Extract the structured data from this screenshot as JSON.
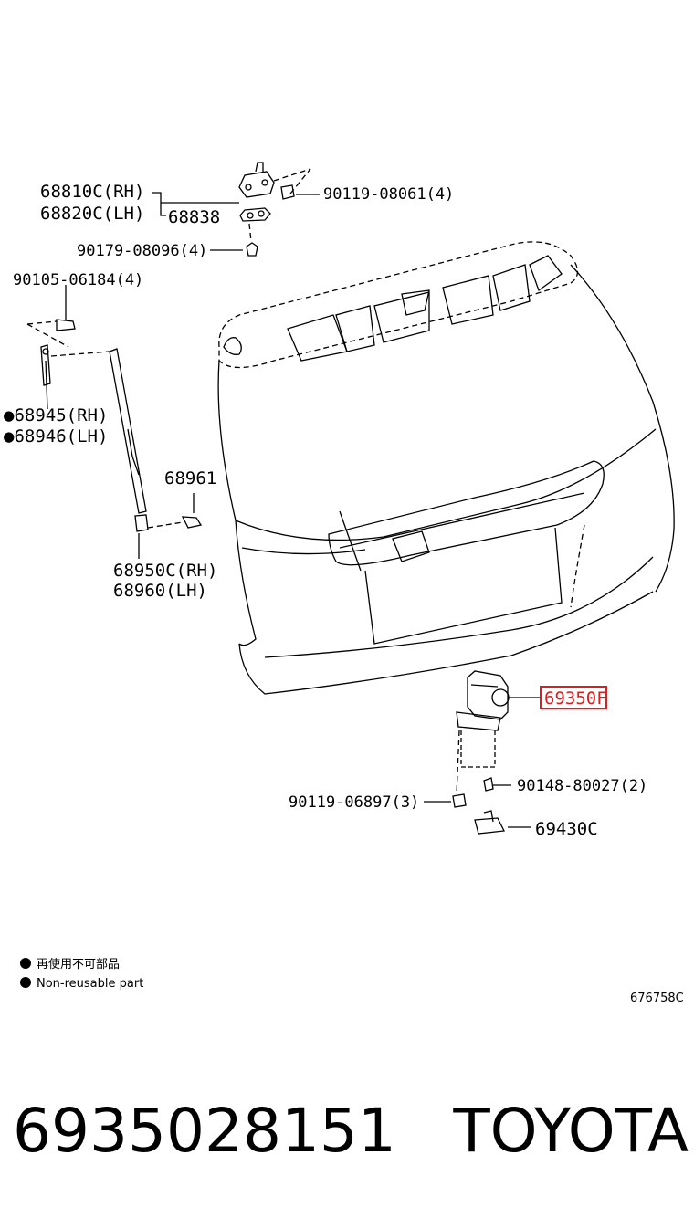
{
  "callouts": {
    "p68810c": "68810C(RH)",
    "p68820c": "68820C(LH)",
    "p68838": "68838",
    "p90119_08061": "90119-08061(4)",
    "p90179_08096": "90179-08096(4)",
    "p90105_06184": "90105-06184(4)",
    "p68945": "●68945(RH)",
    "p68946": "●68946(LH)",
    "p68961": "68961",
    "p68950c": "68950C(RH)",
    "p68960": "68960(LH)",
    "p69350f": "69350F",
    "p90148_80027": "90148-80027(2)",
    "p90119_06897": "90119-06897(3)",
    "p69430c": "69430C"
  },
  "highlight_color": "#d92020",
  "legend": {
    "line_jp": "再使用不可部品",
    "line_en": "Non-reusable part"
  },
  "diagram_code": "676758C",
  "footer": {
    "part_number": "6935028151",
    "brand": "TOYOTA"
  }
}
